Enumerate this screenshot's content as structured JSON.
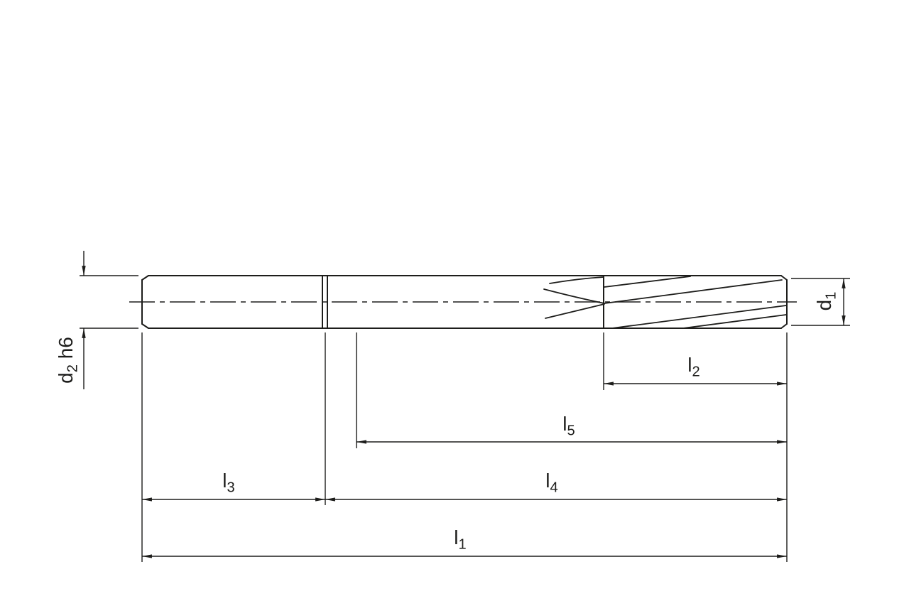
{
  "labels": {
    "d2": {
      "base": "d",
      "sub": "2",
      "suffix": " h6"
    },
    "d1": {
      "base": "d",
      "sub": "1",
      "suffix": ""
    },
    "l1": {
      "base": "l",
      "sub": "1",
      "suffix": ""
    },
    "l2": {
      "base": "l",
      "sub": "2",
      "suffix": ""
    },
    "l3": {
      "base": "l",
      "sub": "3",
      "suffix": ""
    },
    "l4": {
      "base": "l",
      "sub": "4",
      "suffix": ""
    },
    "l5": {
      "base": "l",
      "sub": "5",
      "suffix": ""
    }
  },
  "colors": {
    "line": "#1d1d1b",
    "background": "#ffffff"
  }
}
